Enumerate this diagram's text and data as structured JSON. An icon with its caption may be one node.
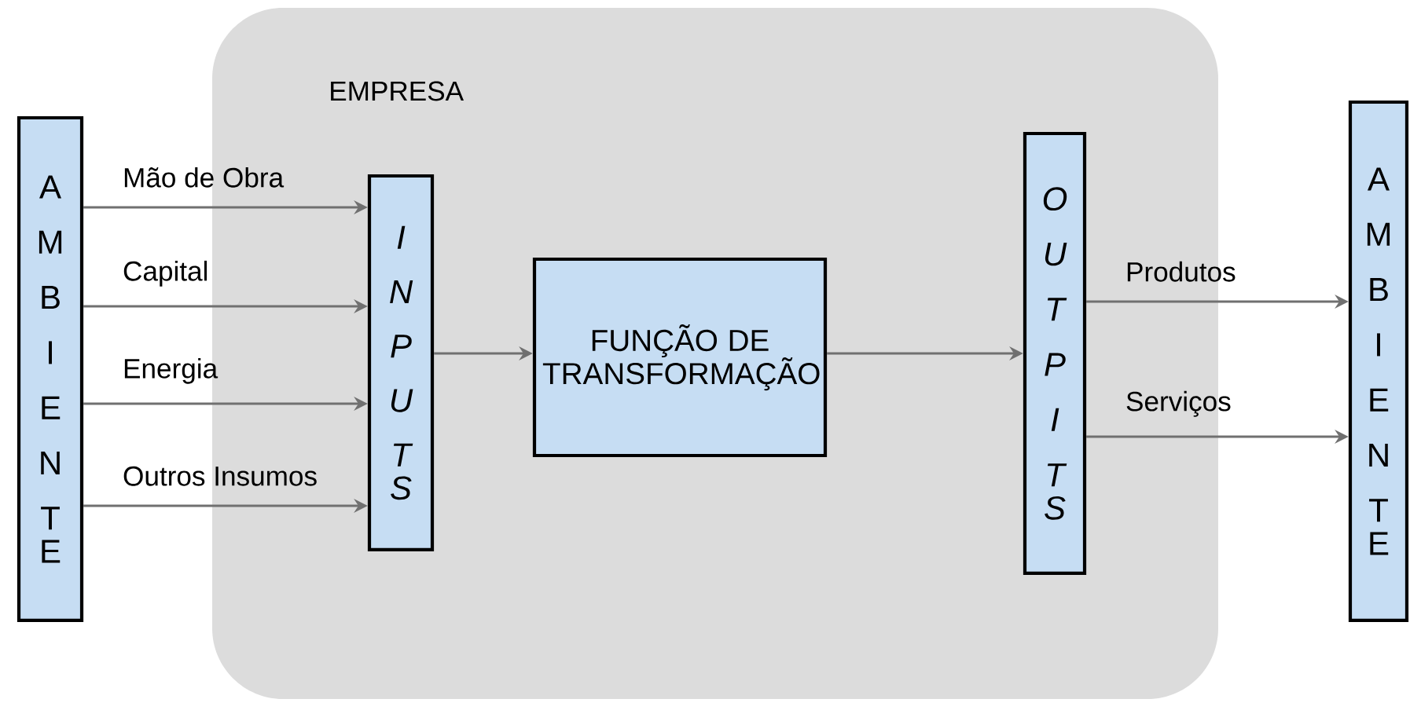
{
  "diagram": {
    "nodes": [
      {
        "text": [
          "EMPRESA"
        ]
      },
      {
        "text": [
          "AMBIENTE"
        ]
      },
      {
        "text": [
          "INPUTS"
        ],
        "in": 0
      },
      {
        "text": [
          "FUNÇÃO DE TRANSFORMAÇÃO"
        ],
        "in": 0
      },
      {
        "text": [
          "OUTPITS"
        ],
        "in": 0
      },
      {
        "text": [
          "AMBIENTE"
        ]
      }
    ],
    "edges": [
      {
        "from": 1,
        "to": 2,
        "arrow": "to",
        "label": "Mão de Obra"
      },
      {
        "from": 1,
        "to": 2,
        "arrow": "to",
        "label": "Capital"
      },
      {
        "from": 1,
        "to": 2,
        "arrow": "to",
        "label": "Energia"
      },
      {
        "from": 1,
        "to": 2,
        "arrow": "to",
        "label": "Outros Insumos"
      },
      {
        "from": 2,
        "to": 3,
        "arrow": "to"
      },
      {
        "from": 3,
        "to": 4,
        "arrow": "to"
      },
      {
        "from": 4,
        "to": 5,
        "arrow": "to",
        "label": "Produtos"
      },
      {
        "from": 4,
        "to": 5,
        "arrow": "to",
        "label": "Serviços"
      }
    ]
  }
}
